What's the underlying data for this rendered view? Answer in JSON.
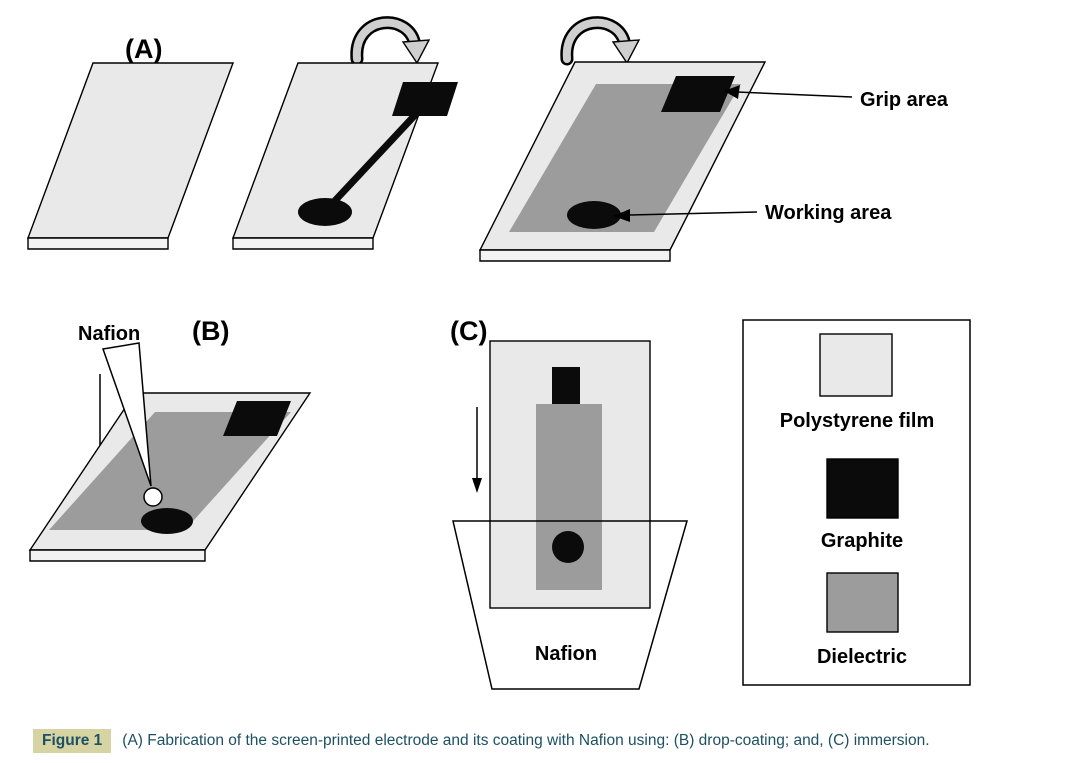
{
  "diagram": {
    "panel_a": {
      "label": "(A)",
      "grip_area_label": "Grip area",
      "working_area_label": "Working area"
    },
    "panel_b": {
      "label": "(B)",
      "nafion_label": "Nafion"
    },
    "panel_c": {
      "label": "(C)",
      "nafion_label": "Nafion"
    },
    "legend": {
      "items": [
        {
          "name": "polystyrene-film",
          "label": "Polystyrene film",
          "color": "#e9e9e9"
        },
        {
          "name": "graphite",
          "label": "Graphite",
          "color": "#0b0b0b"
        },
        {
          "name": "dielectric",
          "label": "Dielectric",
          "color": "#9c9c9c"
        }
      ]
    },
    "colors": {
      "film": "#e9e9e9",
      "dielectric": "#9c9c9c",
      "graphite": "#0b0b0b",
      "outline": "#000000"
    }
  },
  "caption": {
    "label": "Figure 1",
    "text": "(A) Fabrication of the screen-printed electrode and its coating with Nafion using: (B) drop-coating; and, (C) immersion.",
    "label_background": "#d6d4a2",
    "text_color": "#1d5063"
  }
}
